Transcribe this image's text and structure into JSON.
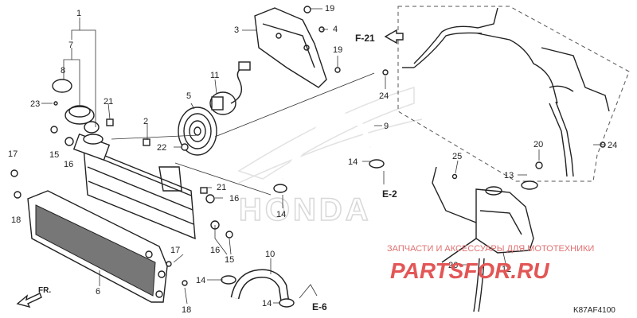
{
  "callouts": [
    "1",
    "7",
    "8",
    "23",
    "21",
    "2",
    "15",
    "16",
    "17",
    "18",
    "22",
    "5",
    "11",
    "3",
    "19",
    "4",
    "19",
    "21",
    "16",
    "16",
    "15",
    "17",
    "14",
    "10",
    "14",
    "6",
    "18",
    "9",
    "14",
    "14",
    "25",
    "13",
    "20",
    "24",
    "24",
    "26",
    "12"
  ],
  "refs": {
    "f21": "F-21",
    "e2": "E-2",
    "e6": "E-6"
  },
  "direction": "FR.",
  "watermark": {
    "shop_line": "ЗАПЧАСТИ И АКСЕССУАРЫ ДЛЯ МОТОТЕХНИКИ",
    "site": "PARTSFOR.RU",
    "brand": "HONDA"
  },
  "diagram_code": "K87AF4100",
  "colors": {
    "watermark": "#e35656",
    "lines": "#222222"
  }
}
